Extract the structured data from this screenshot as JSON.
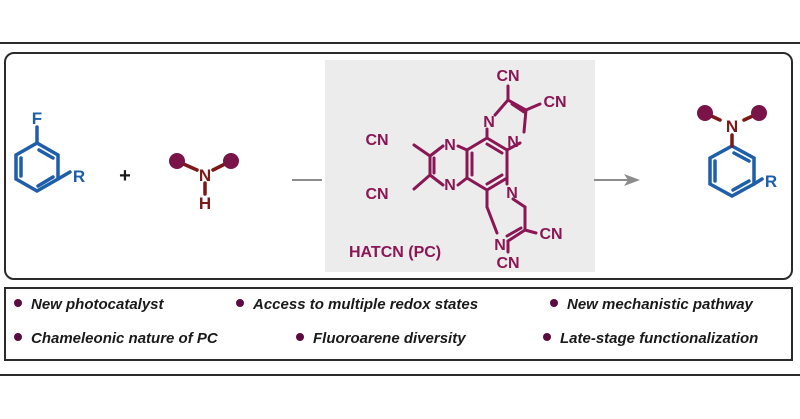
{
  "colors": {
    "aryl": "#1f5ea8",
    "amine": "#7d1818",
    "catalyst": "#8a1654",
    "product_substituent": "#7a1448",
    "panel": "#ececec",
    "bullet": "#5b0b3f"
  },
  "reagents": {
    "fluoroarene": {
      "fluorine": "F",
      "substituent": "R"
    },
    "plus": "+",
    "amine": {
      "nitrogen": "N",
      "hydrogen": "H"
    }
  },
  "catalyst": {
    "nitrogen": "N",
    "cyano": "CN",
    "label": "HATCN (PC)"
  },
  "product": {
    "nitrogen": "N",
    "substituent": "R"
  },
  "features": [
    "New photocatalyst",
    "Access to multiple redox states",
    "New mechanistic pathway",
    "Chameleonic nature of PC",
    "Fluoroarene diversity",
    "Late-stage functionalization"
  ]
}
